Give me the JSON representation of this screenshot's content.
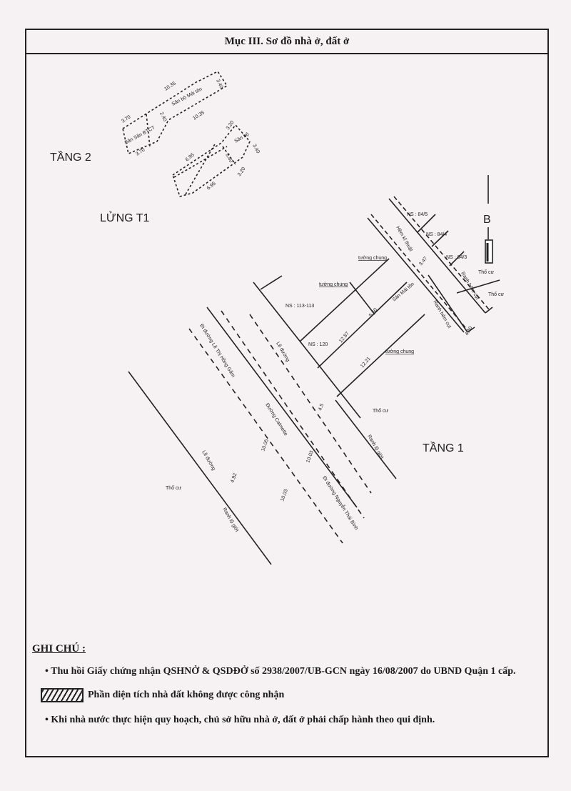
{
  "title": "Mục III. Sơ đồ nhà ở, đất ở",
  "floors": {
    "tang2": "TẦNG 2",
    "lung_t1": "LỬNG T1",
    "tang1": "TẦNG 1"
  },
  "north_label": "B",
  "tang2_labels": {
    "san_bo_mai_ton": "Sân bộ Mái tôn",
    "san_san_btct": "Sân Sân BTCT",
    "d1": "10.35",
    "d2": "10.35",
    "d3": "3.40",
    "d4": "3.70",
    "d5": "2.40",
    "d6": "3.70"
  },
  "lung_labels": {
    "san_bo": "Sân bộ",
    "d1": "3.20",
    "d2": "3.40",
    "d3": "6.95",
    "d4": "3.40",
    "d5": "3.20",
    "d6": "6.95"
  },
  "tang1_labels": {
    "ns_84_5": "NS : 84/5",
    "ns_84_4": "NS : 84/4",
    "ns_84_3": "NS : 84/3",
    "hem": "Hẻm kĩ thuật",
    "tuong_chung_1": "tường chung",
    "tuong_chung_2": "tường chung",
    "tuong_chung_3": "tường chung",
    "ns_113": "NS : 113-113",
    "ns_120": "NS : 120",
    "tho_cu_1": "Thổ cư",
    "tho_cu_2": "Thổ cư",
    "tho_cu_3": "Thổ cư",
    "tho_cu_4": "Thổ cư",
    "ranh_hem_cut": "Ranh hẻm cụt",
    "ranh_hem_cut_2": "Ranh hẻm cụt",
    "ranh_lo_gioi_1": "Ranh lộ giới",
    "ranh_lo_gioi_2": "Ranh lộ giới",
    "le_duong_1": "Lề đường",
    "le_duong_2": "Lề đường",
    "duong_le_thi_hong_gam": "Đi đường Lê Thị Hồng Gấm",
    "duong_calmette": "Đường Calmette",
    "duong_nguyen_thai_binh": "Đi đường Nguyễn Thái Bình",
    "san_mai_ton": "Sân Mái tôn",
    "d_12_87": "12.87",
    "d_12_21": "12.21",
    "d_5_50": "5.50",
    "d_3_47": "3.47",
    "d_4_30": "4.30",
    "d_10_05": "10.05",
    "d_10_03": "10.03",
    "d_10_03b": "10.03",
    "d_4_92": "4.92",
    "d_4_5": "4.5"
  },
  "notes": {
    "heading": "GHI CHÚ :",
    "item1": "Thu hồi Giấy chứng nhận QSHNỞ & QSDĐỞ số 2938/2007/UB-GCN ngày 16/08/2007 do UBND Quận 1 cấp.",
    "legend": "Phần diện tích nhà đất không được công nhận",
    "item2": "Khi nhà nước thực hiện quy hoạch, chủ sở hữu nhà ở, đất ở phải chấp hành theo qui định."
  }
}
